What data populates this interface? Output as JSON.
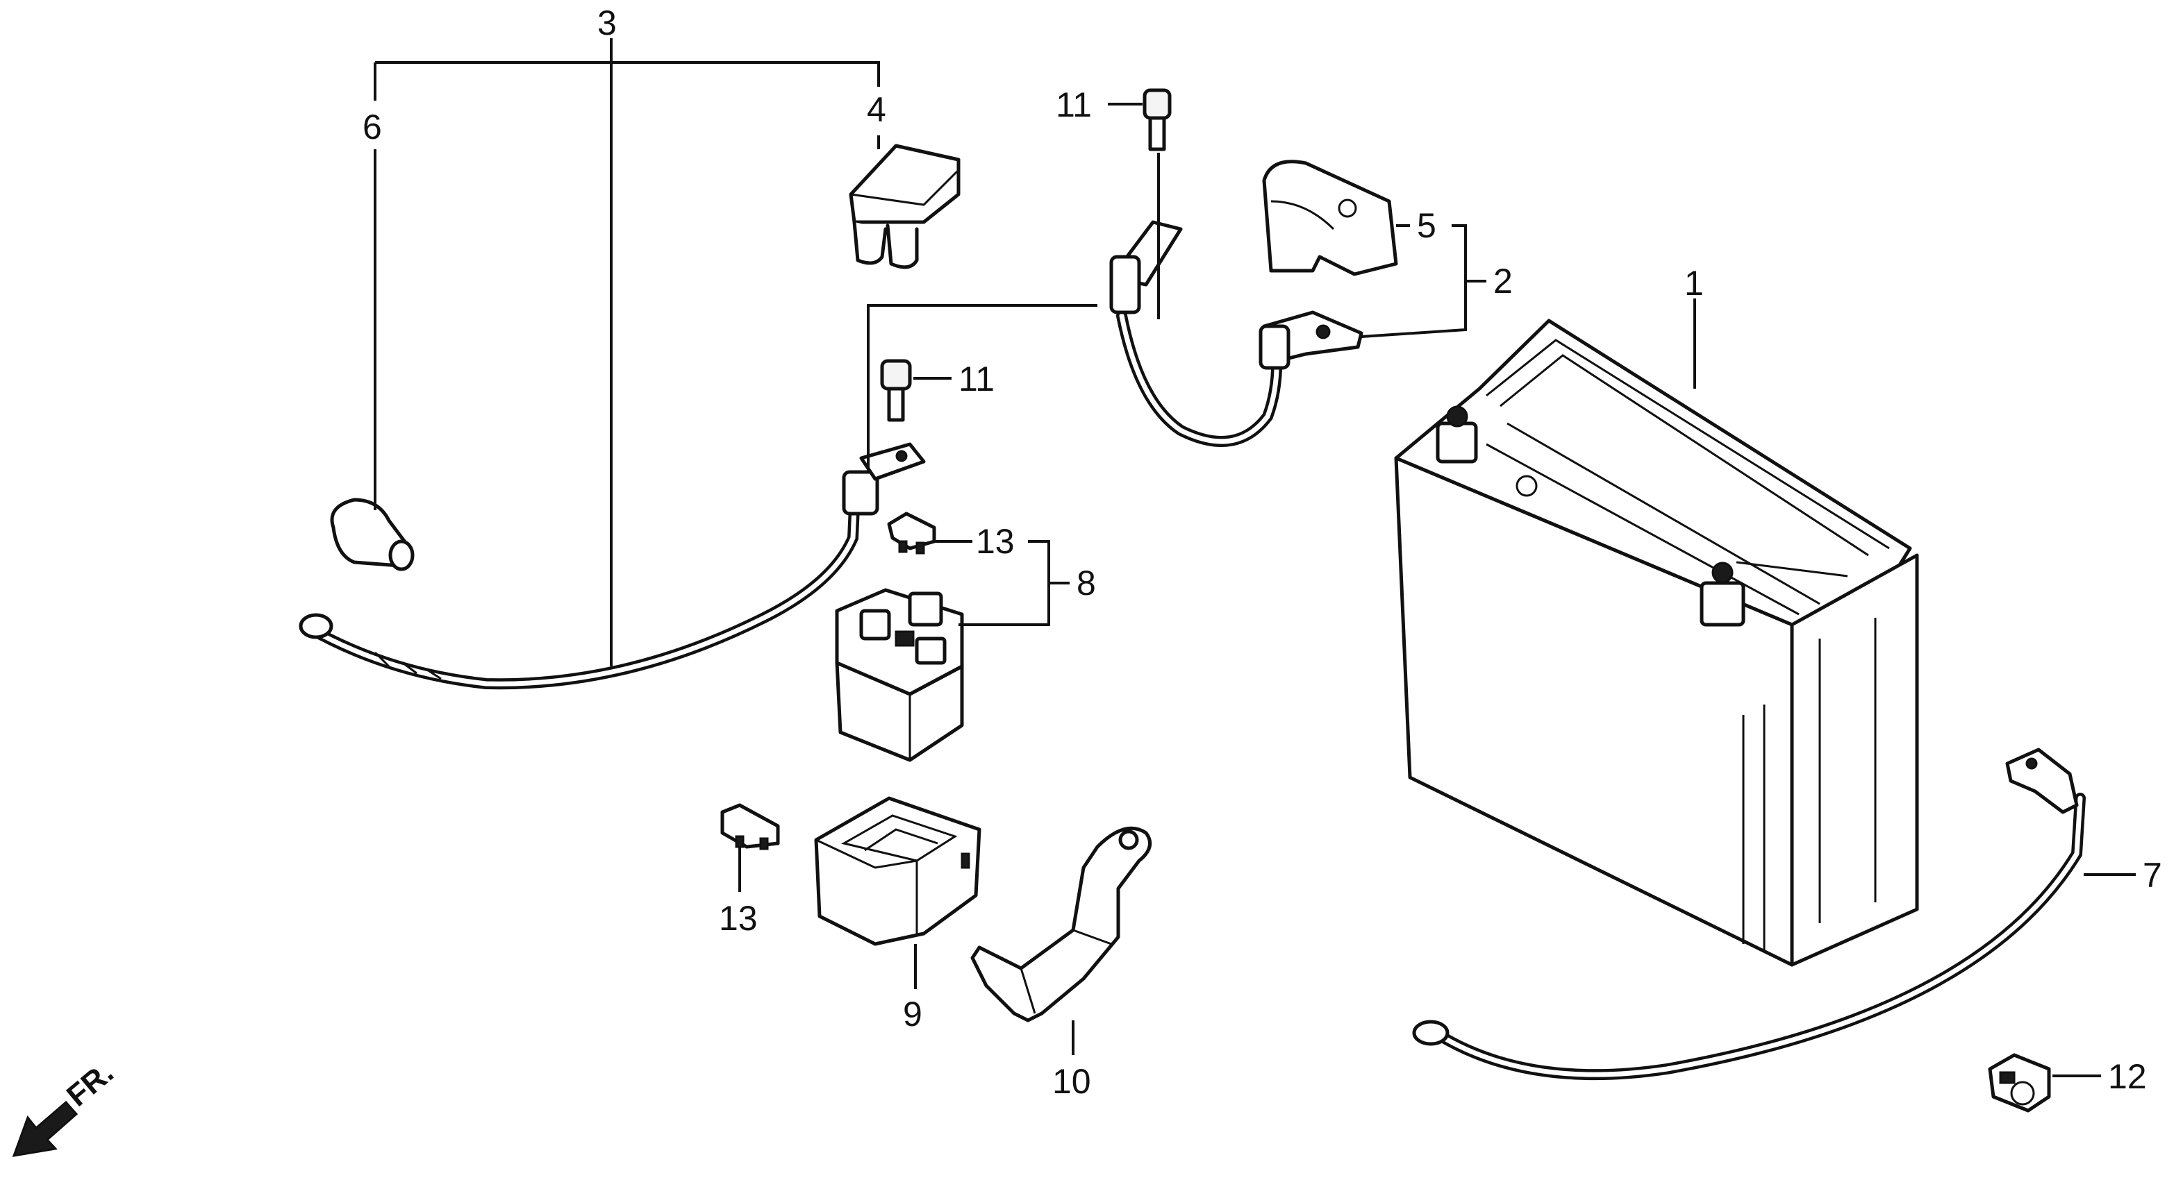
{
  "callouts": {
    "c1": "1",
    "c2": "2",
    "c3": "3",
    "c4": "4",
    "c5": "5",
    "c6": "6",
    "c7": "7",
    "c8": "8",
    "c9": "9",
    "c10": "10",
    "c11a": "11",
    "c11b": "11",
    "c12": "12",
    "c13a": "13",
    "c13b": "13"
  },
  "front_indicator": "FR.",
  "colors": {
    "line": "#111111",
    "background": "#ffffff"
  }
}
